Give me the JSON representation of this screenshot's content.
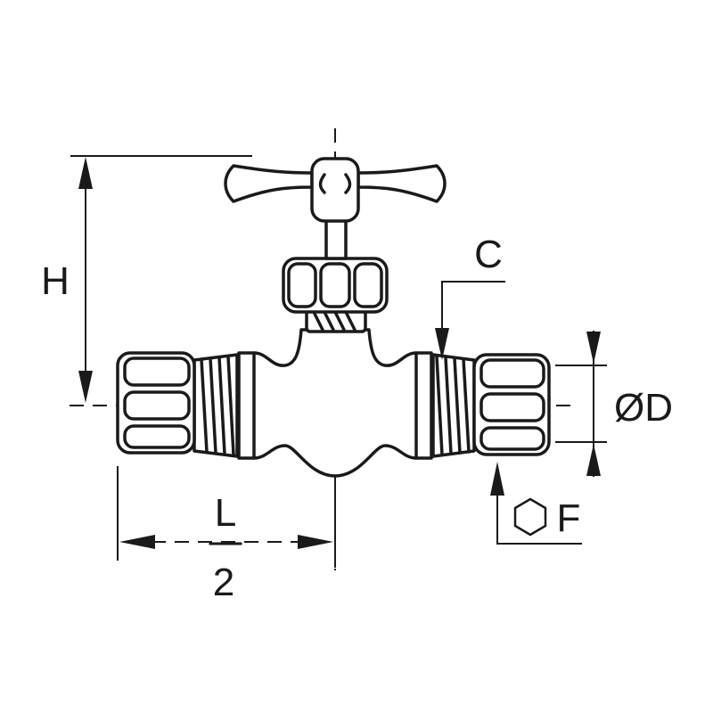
{
  "labels": {
    "height": "H",
    "half_length_numerator": "L",
    "half_length_denominator": "2",
    "thread": "C",
    "diameter": "ØD",
    "hex": "F"
  },
  "colors": {
    "line": "#1a1a1a",
    "background": "#ffffff"
  }
}
